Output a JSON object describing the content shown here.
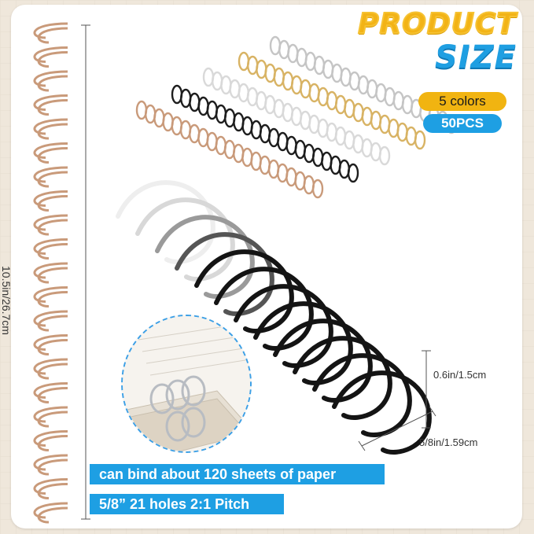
{
  "title": {
    "line1": "PRODUCT",
    "line2": "SIZE"
  },
  "badges": {
    "colors": "5 colors",
    "quantity": "50PCS"
  },
  "dimensions": {
    "length": "10.5in/26.7cm",
    "height": "0.6in/1.5cm",
    "width": "5/8in/1.59cm"
  },
  "banners": {
    "capacity": "can bind about 120 sheets of paper",
    "spec": "5/8”  21 holes 2:1 Pitch"
  },
  "colors": {
    "rose_gold": "#c99a7a",
    "gold": "#d8b364",
    "silver": "#d7d7d7",
    "white": "#eeeeee",
    "black": "#1d1d1d",
    "accent_blue": "#1e9fe3",
    "accent_yellow": "#f1b411"
  },
  "products": [
    {
      "color": "rose gold"
    },
    {
      "color": "black"
    },
    {
      "color": "white"
    },
    {
      "color": "gold"
    },
    {
      "color": "silver"
    }
  ]
}
